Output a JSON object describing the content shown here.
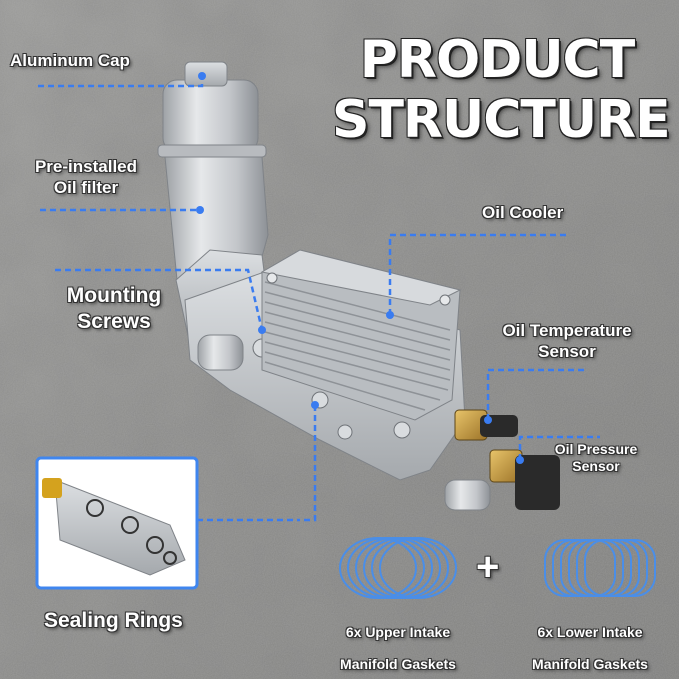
{
  "header": {
    "line1": "PRODUCT",
    "line2": "STRUCTURE"
  },
  "labels": {
    "aluminum_cap": "Aluminum Cap",
    "oil_filter_line1": "Pre-installed",
    "oil_filter_line2": "Oil filter",
    "oil_cooler": "Oil Cooler",
    "mounting_line1": "Mounting",
    "mounting_line2": "Screws",
    "oil_temp_line1": "Oil Temperature",
    "oil_temp_line2": "Sensor",
    "oil_pressure_line1": "Oil Pressure",
    "oil_pressure_line2": "Sensor",
    "sealing_rings": "Sealing Rings",
    "upper_gasket_line1": "6x Upper Intake",
    "upper_gasket_line2": "Manifold Gaskets",
    "lower_gasket_line1": "6x Lower Intake",
    "lower_gasket_line2": "Manifold Gaskets",
    "plus": "+"
  },
  "colors": {
    "callout": "#3a7cf0",
    "inset_border": "#3f86ef",
    "gasket": "#4a8ee8",
    "metal": "#c9ccd0"
  },
  "icons": [
    "oil-filter-housing-illustration",
    "oil-cooler-illustration",
    "oil-temperature-sensor-illustration",
    "oil-pressure-sensor-illustration",
    "upper-gasket-set-icon",
    "lower-gasket-set-icon",
    "sealing-ring-inset-illustration"
  ]
}
